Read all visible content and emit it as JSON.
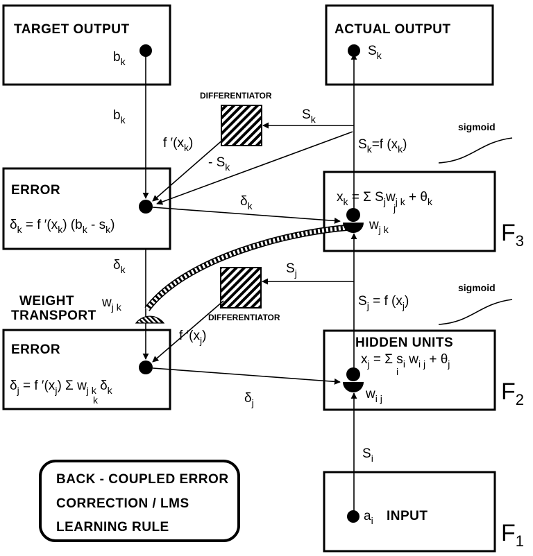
{
  "boxes": {
    "target_output": "TARGET OUTPUT",
    "actual_output": "ACTUAL OUTPUT",
    "error_top": "ERROR",
    "error_bottom": "ERROR",
    "hidden_units": "HIDDEN UNITS",
    "input": "INPUT"
  },
  "labels": {
    "differentiator_top": "DIFFERENTIATOR",
    "differentiator_bottom": "DIFFERENTIATOR",
    "sigmoid_top": "sigmoid",
    "sigmoid_bottom": "sigmoid",
    "weight_transport_line1": "WEIGHT",
    "weight_transport_line2": "TRANSPORT"
  },
  "legend": {
    "line1": "BACK - COUPLED ERROR",
    "line2": "CORRECTION / LMS",
    "line3": "LEARNING RULE"
  },
  "layers": {
    "f3": "F",
    "f3_sub": "3",
    "f2": "F",
    "f2_sub": "2",
    "f1": "F",
    "f1_sub": "1"
  },
  "symbols": {
    "b": "b",
    "b_sub": "k",
    "s": "S",
    "s_k_sub": "k",
    "s_j_sub": "j",
    "s_i_sub": "i",
    "a": "a",
    "a_sub": "i",
    "delta": "δ",
    "delta_k_sub": "k",
    "delta_j_sub": "j",
    "w": "w",
    "w_jk_sub": "j k",
    "w_ij_sub": "i j",
    "fprime": "f ′(x",
    "fprime_k_sub": "k",
    "fprime_j_sub": "j",
    "fprime_close": ")",
    "neg_s": "- S"
  },
  "equations": {
    "error_k": "δk = f ′(xk) (bk - sk)",
    "error_j": "δj = f ′(xj) Σk wjk δk",
    "sk_eq": "Sk=f (xk)",
    "sj_eq": "Sj = f (xj)",
    "xk_eq": "xk = Σj Sj wjk + θk",
    "xj_eq": "xj = Σi si wij + θj"
  }
}
